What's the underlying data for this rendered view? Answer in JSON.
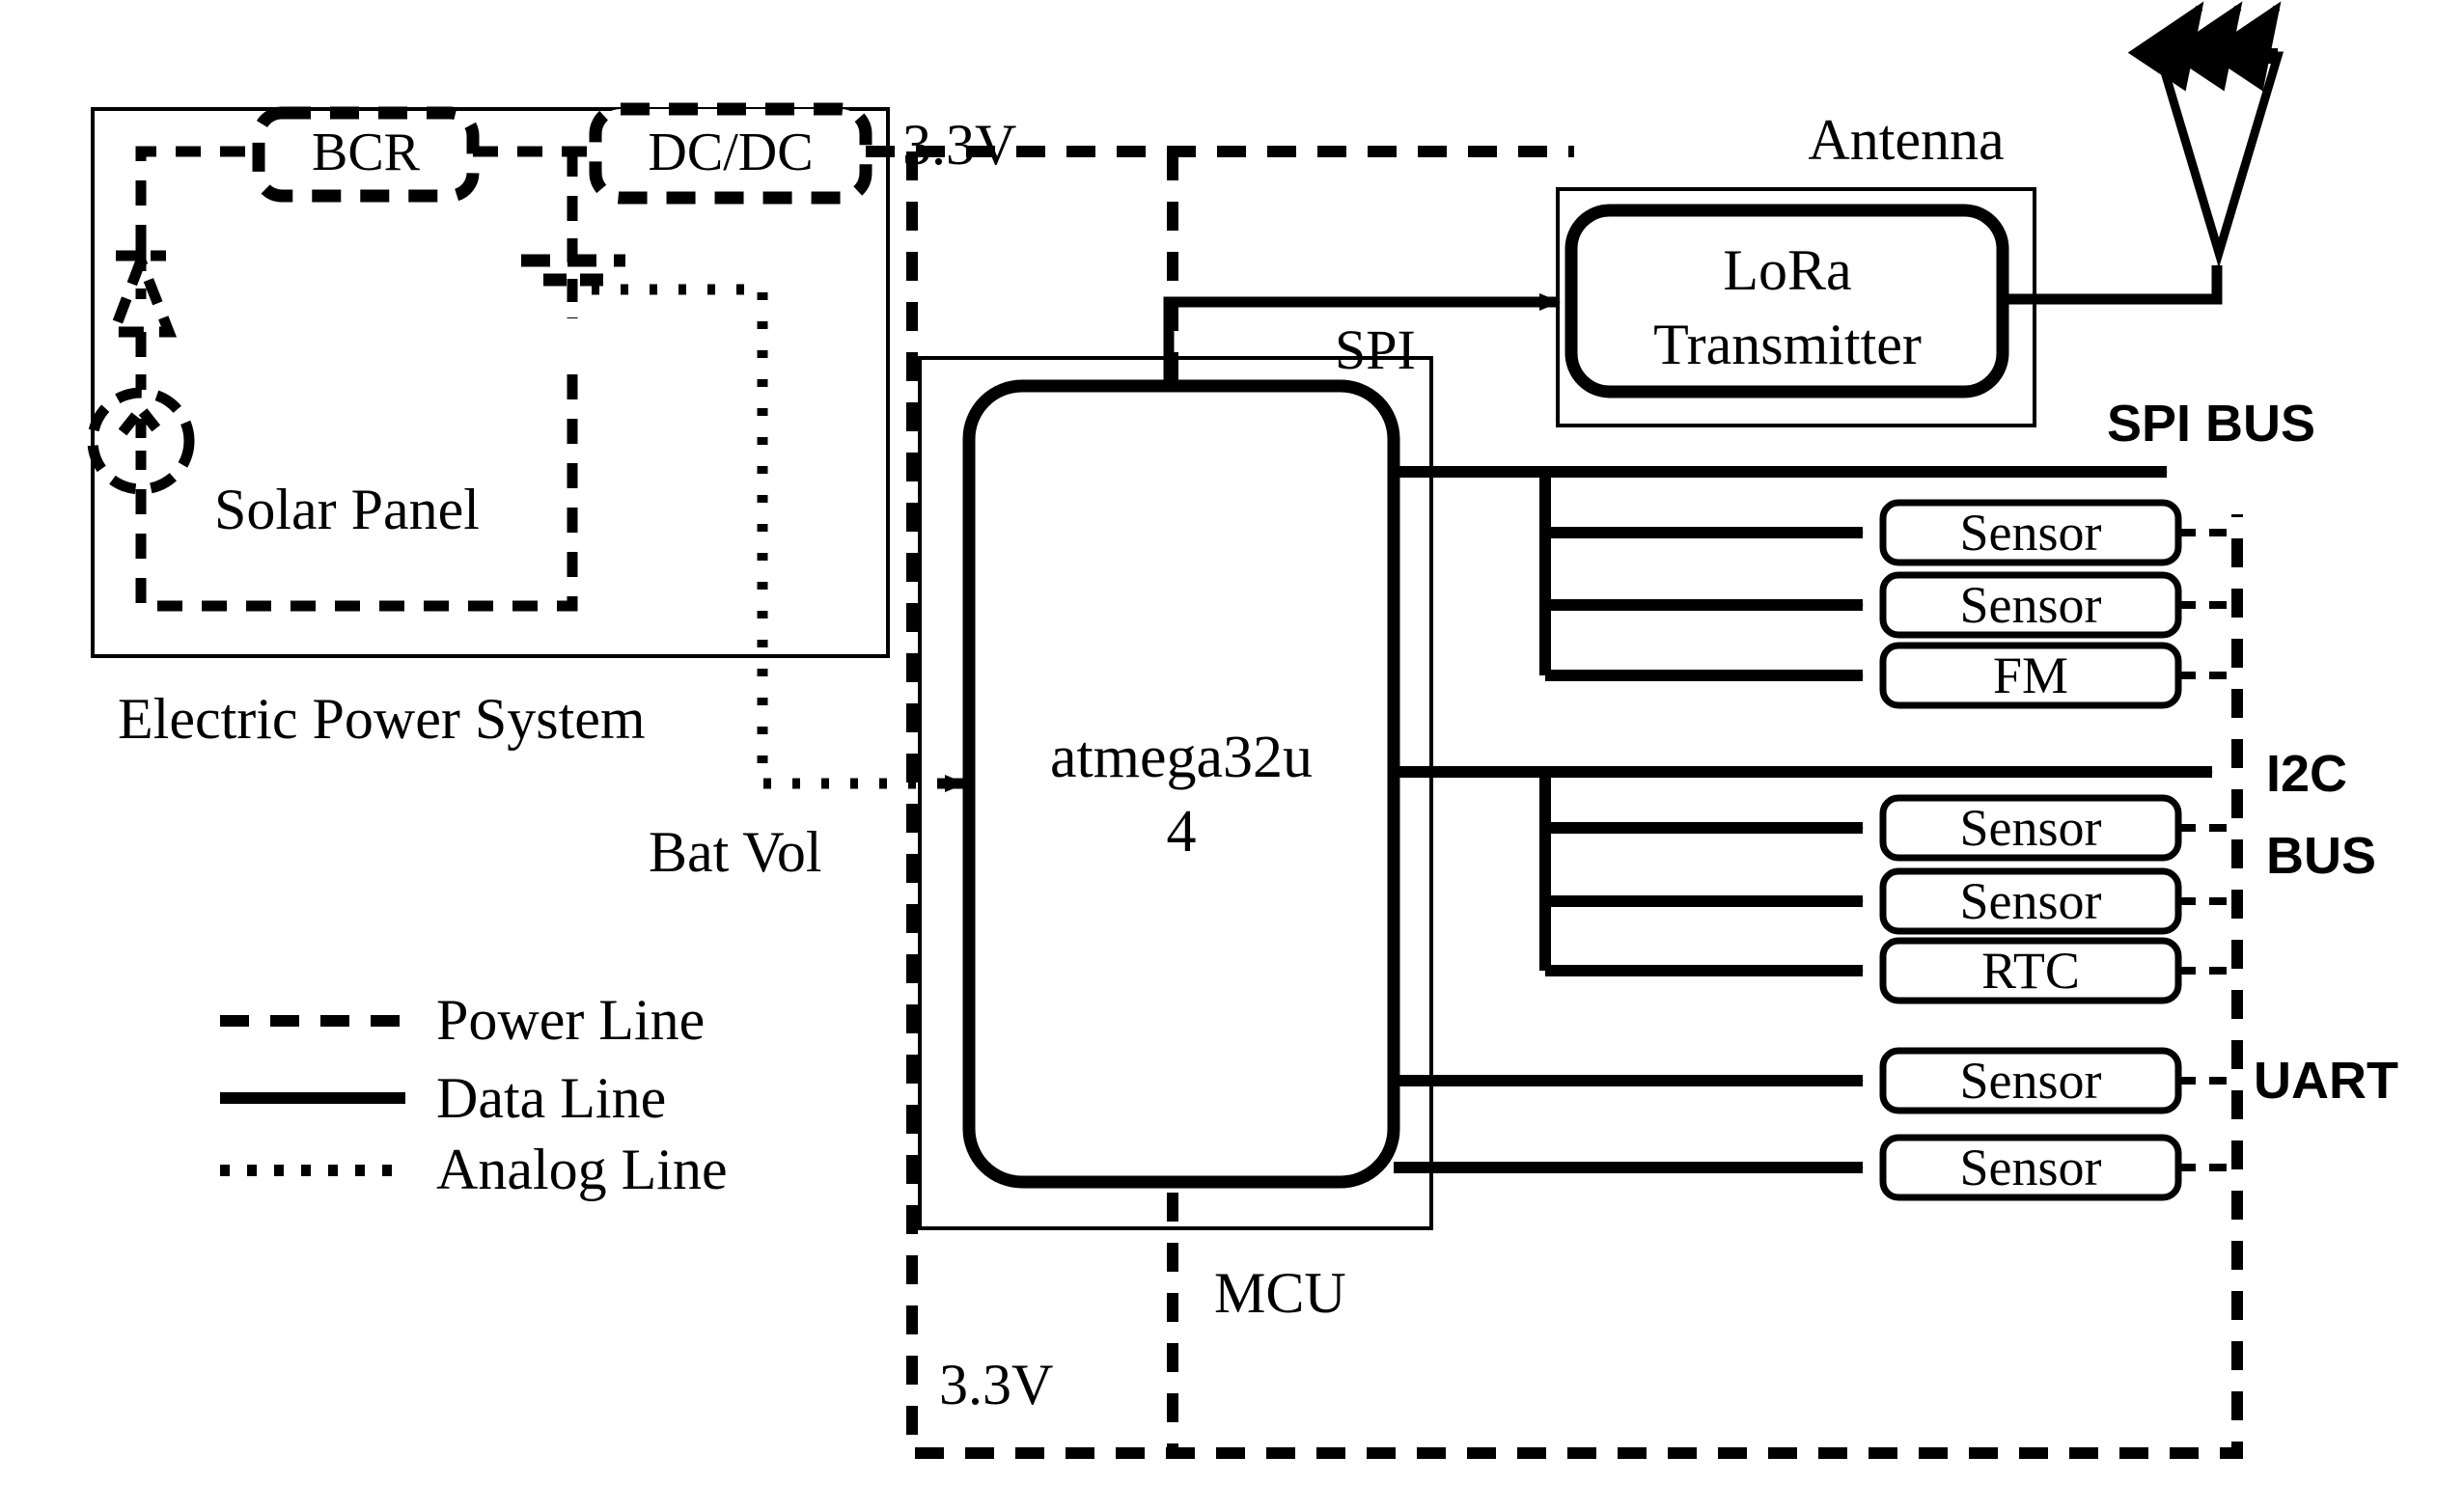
{
  "diagram": {
    "title_hidden": "CubeSat Electric Power and Avionics Block Diagram",
    "eps": {
      "group_label": "Electric Power System",
      "bcr_label": "BCR",
      "dcdc_label": "DC/DC",
      "solar_label": "Solar Panel",
      "diode_icon": "diode-icon",
      "current_source_icon": "solar-cell-current-source-icon",
      "battery_icon": "battery-icon"
    },
    "rails": {
      "top_voltage": "3.3V",
      "bottom_voltage": "3.3V",
      "analog_label": "Bat Vol"
    },
    "mcu": {
      "chip_label_line1": "atmega32u",
      "chip_label_line2": "4",
      "group_label": "MCU",
      "spi_label": "SPI"
    },
    "radio": {
      "label_line1": "LoRa",
      "label_line2": "Transmitter",
      "antenna_label": "Antenna",
      "antenna_icon": "antenna-icon",
      "radiation_arrows_icon": "radiation-arrows-icon"
    },
    "buses": [
      {
        "name": "SPI BUS",
        "label": "SPI BUS",
        "label_lines": [
          "SPI BUS"
        ],
        "peripherals": [
          "Sensor",
          "Sensor",
          "FM"
        ]
      },
      {
        "name": "I2C BUS",
        "label": "I2C BUS",
        "label_lines": [
          "I2C",
          "BUS"
        ],
        "peripherals": [
          "Sensor",
          "Sensor",
          "RTC"
        ]
      },
      {
        "name": "UART",
        "label": "UART",
        "label_lines": [
          "UART"
        ],
        "peripherals": [
          "Sensor",
          "Sensor"
        ]
      }
    ],
    "legend": {
      "items": [
        {
          "style": "dashed",
          "label": "Power Line"
        },
        {
          "style": "solid",
          "label": "Data Line"
        },
        {
          "style": "dotted",
          "label": "Analog Line"
        }
      ]
    },
    "colors": {
      "ink": "#000000",
      "paper": "#ffffff"
    }
  }
}
